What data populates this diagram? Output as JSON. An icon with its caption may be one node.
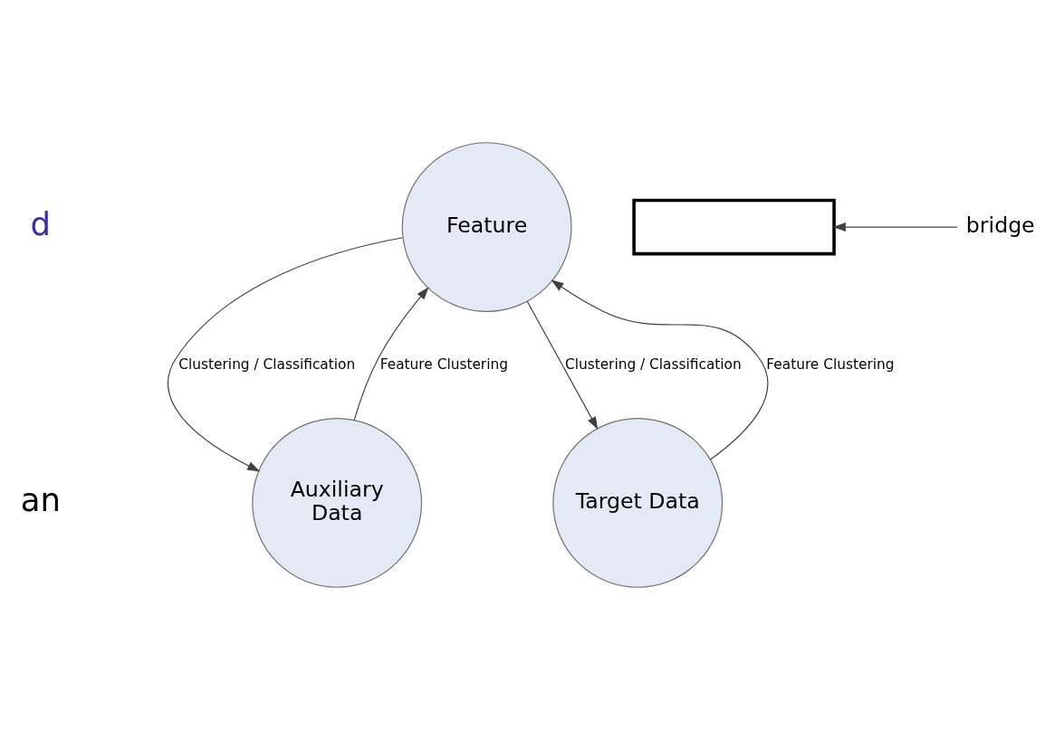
{
  "diagram": {
    "nodes": [
      {
        "text": [
          "Feature"
        ]
      },
      {
        "text": [],
        "shape": "box"
      },
      {
        "text": [
          "bridge"
        ]
      },
      {
        "text": [
          "Auxiliary Data"
        ]
      },
      {
        "text": [
          "Target Data"
        ]
      }
    ],
    "edges": [
      {
        "from": 2,
        "to": 1,
        "arrow": "to"
      },
      {
        "from": 3,
        "to": 0,
        "arrow": "to",
        "label": "Feature Clustering"
      },
      {
        "from": 0,
        "to": 3,
        "arrow": "to",
        "label": "Clustering / Classification"
      },
      {
        "from": 0,
        "to": 4,
        "arrow": "to",
        "label": "Clustering / Classification"
      },
      {
        "from": 4,
        "to": 0,
        "arrow": "to",
        "label": "Feature Clustering"
      }
    ],
    "labels": [
      "d",
      "an"
    ]
  }
}
